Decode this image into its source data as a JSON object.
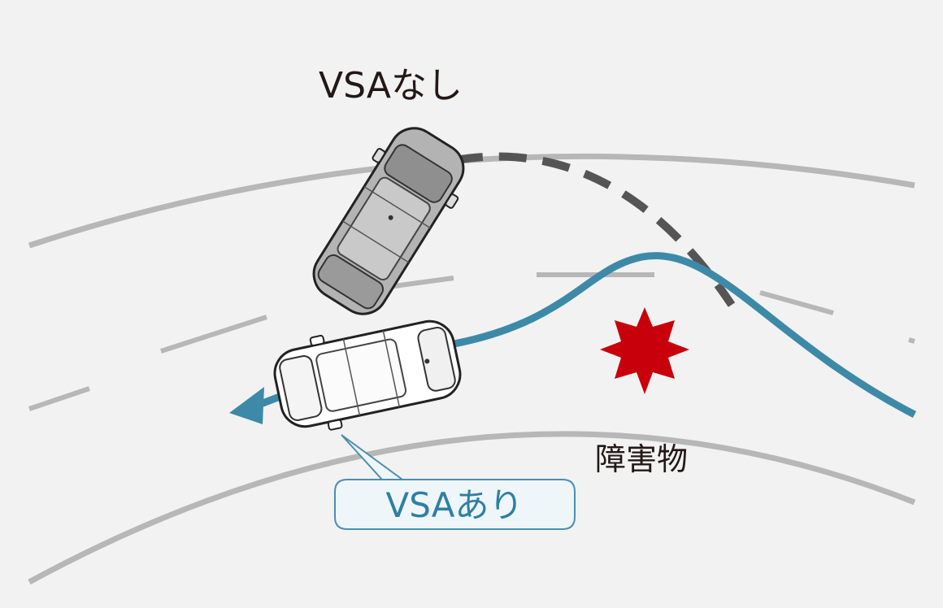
{
  "labels": {
    "without_vsa": "VSAなし",
    "with_vsa": "VSAあり",
    "obstacle": "障害物"
  },
  "colors": {
    "background": "#f2f2f2",
    "road_line": "#b7b7b7",
    "vsa_path": "#3d8aa8",
    "no_vsa_path": "#555555",
    "obstacle": "#c8000b",
    "callout_fill": "#eef6fa",
    "callout_stroke": "#4a8fae",
    "callout_text": "#2f7fa3",
    "car_without_vsa": "#b3b3b3",
    "car_with_vsa": "#ffffff"
  },
  "icons": {
    "obstacle": "starburst-icon",
    "direction": "arrow-head-icon",
    "car": "car-topview-icon"
  }
}
